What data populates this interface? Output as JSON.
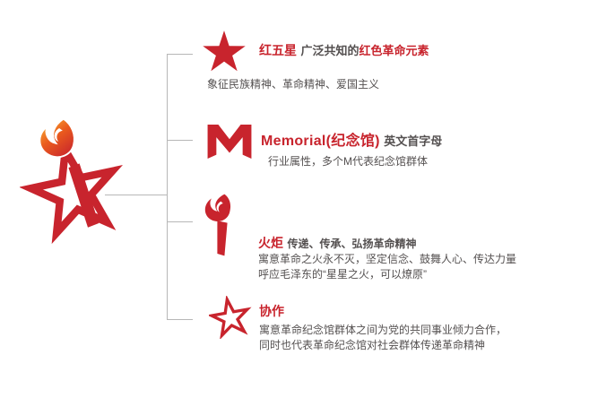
{
  "palette": {
    "brand_red": "#c8242d",
    "flame_orange": "#ea5b1d",
    "flame_yellow": "#f9b233",
    "text_dark": "#545050",
    "line_gray": "#b7b7b7"
  },
  "icons": {
    "logo": "memorial-torch-star-logo",
    "row1": "solid-red-star-icon",
    "row2": "letter-m-icon",
    "row3": "torch-icon",
    "row4": "outline-star-icon"
  },
  "rows": {
    "star": {
      "title": "红五星",
      "plain": "广泛共知的",
      "highlight": "红色革命元素",
      "desc": "象征民族精神、革命精神、爱国主义"
    },
    "memorial": {
      "title": "Memorial(纪念馆)",
      "plain": "英文首字母",
      "desc": "行业属性，多个M代表纪念馆群体"
    },
    "torch": {
      "title": "火炬",
      "subtitle": "传递、传承、弘扬革命精神",
      "desc1": "寓意革命之火永不灭，坚定信念、鼓舞人心、传达力量",
      "desc2": "呼应毛泽东的“星星之火，可以燎原”"
    },
    "collab": {
      "title": "协作",
      "desc1": "寓意革命纪念馆群体之间为党的共同事业倾力合作，",
      "desc2": "同时也代表革命纪念馆对社会群体传递革命精神"
    }
  }
}
